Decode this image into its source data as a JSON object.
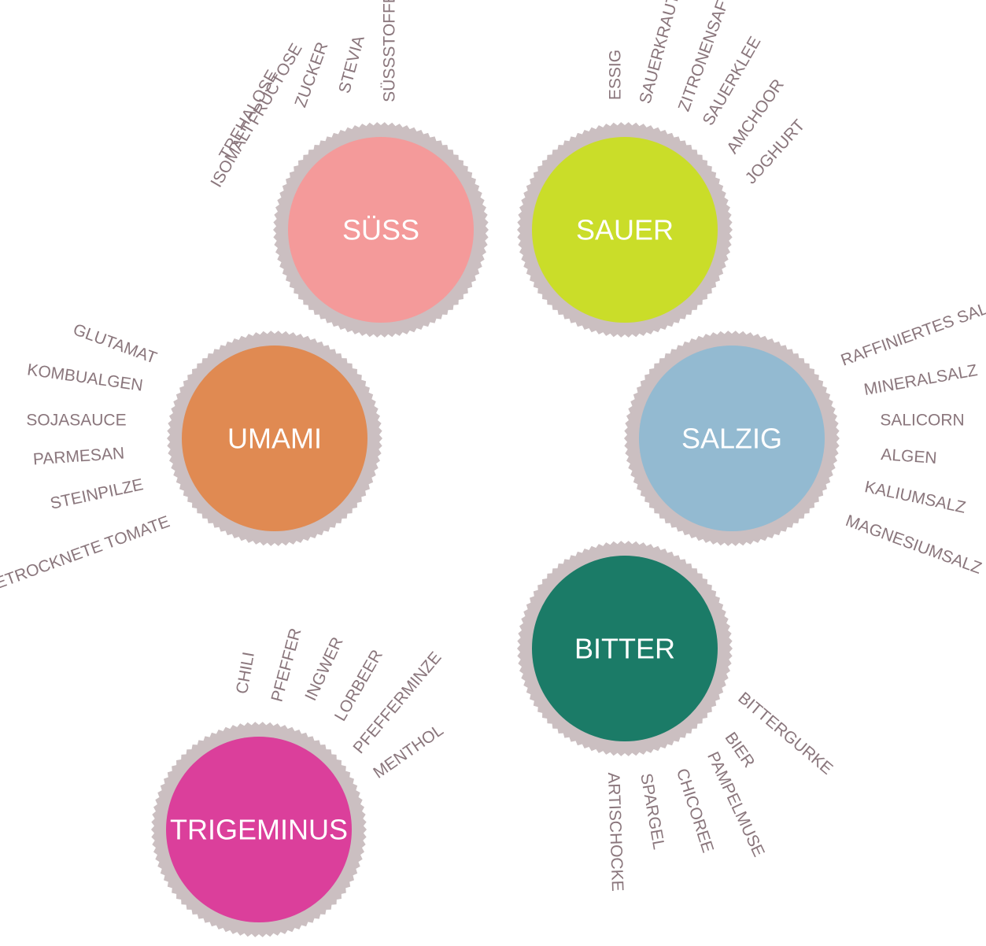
{
  "ring_color": "#cbbfc1",
  "text_color": "#8a767c",
  "tastes": [
    {
      "label": "SÜSS",
      "color": "#f49a9a",
      "items": [
        "ISOMALT",
        "TREHALOSE",
        "FRUCTOSE",
        "ZUCKER",
        "STEVIA",
        "SÜSSSTOFFE"
      ]
    },
    {
      "label": "SAUER",
      "color": "#cadd29",
      "items": [
        "ESSIG",
        "SAUERKRAUT",
        "ZITRONENSAFT",
        "SAUERKLEE",
        "AMCHOOR",
        "JOGHURT"
      ]
    },
    {
      "label": "UMAMI",
      "color": "#e08a52",
      "items": [
        "GLUTAMAT",
        "KOMBUALGEN",
        "SOJASAUCE",
        "PARMESAN",
        "STEINPILZE",
        "GETROCKNETE TOMATE"
      ]
    },
    {
      "label": "SALZIG",
      "color": "#93bad1",
      "items": [
        "RAFFINIERTES SALZ",
        "MINERALSALZ",
        "SALICORN",
        "ALGEN",
        "KALIUMSALZ",
        "MAGNESIUMSALZ"
      ]
    },
    {
      "label": "BITTER",
      "color": "#1b7b67",
      "items": [
        "BITTERGURKE",
        "BIER",
        "PAMPELMUSE",
        "CHICOREE",
        "SPARGEL",
        "ARTISCHOCKE"
      ]
    },
    {
      "label": "TRIGEMINUS",
      "color": "#db3f9b",
      "items": [
        "CHILI",
        "PFEFFER",
        "INGWER",
        "LORBEER",
        "PFEFFERMINZE",
        "MENTHOL"
      ]
    }
  ]
}
